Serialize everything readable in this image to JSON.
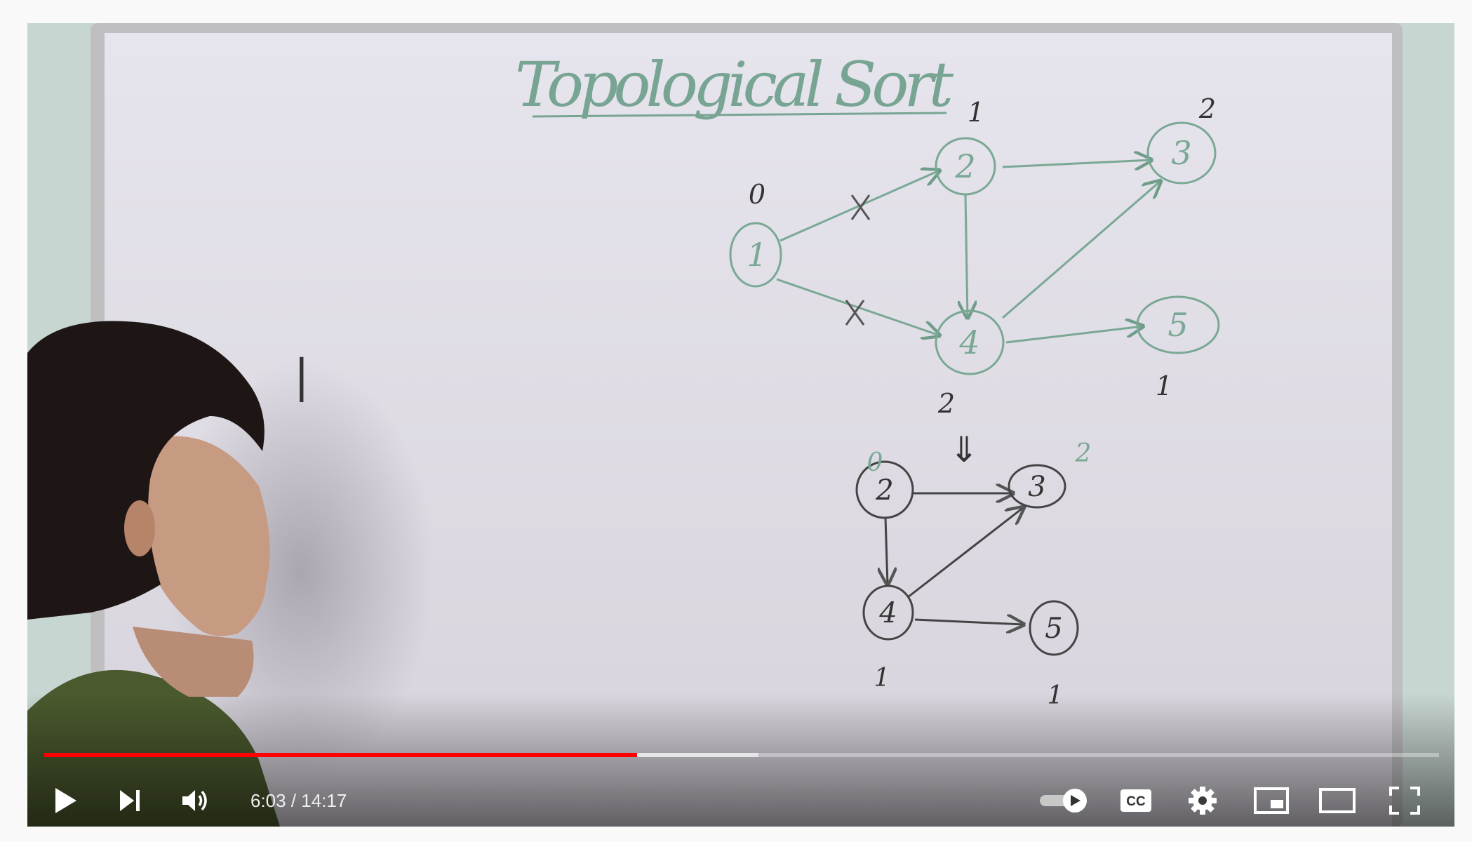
{
  "video": {
    "board_title": "Topological Sort",
    "graph_top": {
      "nodes": [
        {
          "label": "1",
          "indegree": "0"
        },
        {
          "label": "2",
          "indegree": "1"
        },
        {
          "label": "3",
          "indegree": "2"
        },
        {
          "label": "4",
          "indegree": "2"
        },
        {
          "label": "5",
          "indegree": "1"
        }
      ]
    },
    "equivalence_mark": "⇓",
    "graph_bottom": {
      "nodes": [
        {
          "label": "2",
          "indegree": "0"
        },
        {
          "label": "3",
          "indegree": "2"
        },
        {
          "label": "4",
          "indegree": "1"
        },
        {
          "label": "5",
          "indegree": "1"
        }
      ]
    },
    "side_mark": "|"
  },
  "player": {
    "current_time": "6:03",
    "separator": " / ",
    "duration": "14:17",
    "progress_played": 0.425,
    "progress_buffered": 0.512,
    "accent_color": "#ff0000",
    "icons": {
      "play": "play-icon",
      "next": "next-icon",
      "volume": "volume-icon",
      "autoplay": "autoplay-toggle-icon",
      "captions": "cc-icon",
      "settings": "gear-icon",
      "miniplayer": "miniplayer-icon",
      "theater": "theater-icon",
      "fullscreen": "fullscreen-icon"
    },
    "captions_label": "CC"
  }
}
